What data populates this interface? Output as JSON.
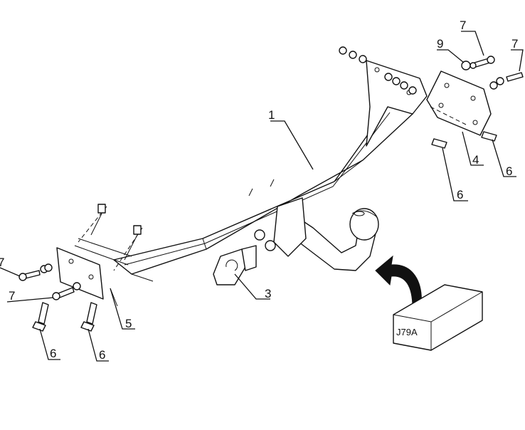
{
  "callouts": {
    "c1": "1",
    "c3": "3",
    "c4": "4",
    "c5": "5",
    "c6a": "6",
    "c6b": "6",
    "c6c": "6",
    "c6d": "6",
    "c7a": "7",
    "c7b": "7",
    "c7c": "7",
    "c7d": "7",
    "c9": "9"
  },
  "box_label": "J79A",
  "colors": {
    "line": "#111111",
    "background": "#ffffff",
    "arrow": "#111111"
  },
  "icons": [
    "curved-arrow-icon"
  ]
}
